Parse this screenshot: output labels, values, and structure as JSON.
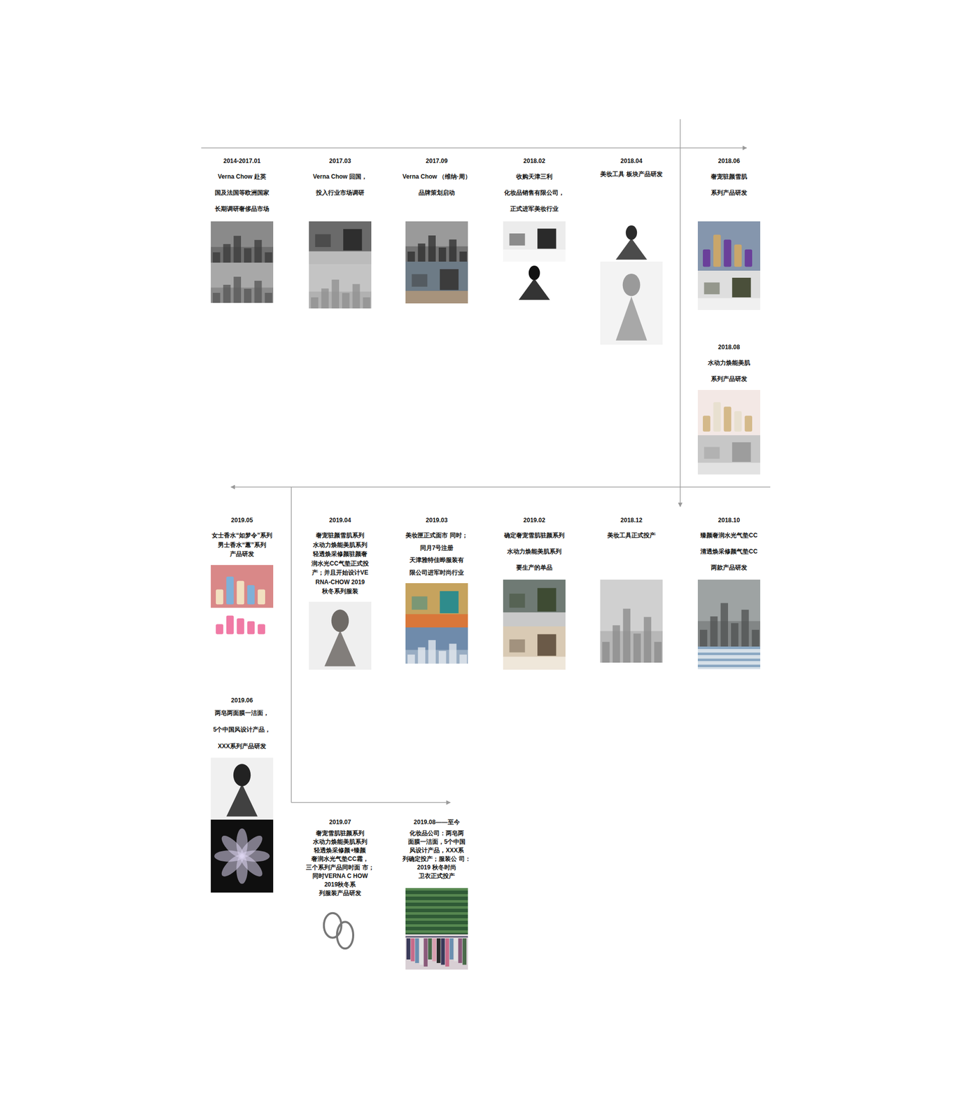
{
  "diagram": {
    "labels": [
      "2014-2017.01",
      "Verna Chow 赴英 国及法国等欧洲国家 长期调研奢侈品市场",
      "2017.03",
      "Verna Chow 回国， 投入行业市场调研",
      "2017.09",
      "Verna Chow （维纳·周） 品牌策划启动",
      "2018.02",
      "收购天津三利 化妆品销售有限公司， 正式进军美妆行业",
      "2018.04",
      "美妆工具 板块产品研发",
      "2018.06",
      "奢宠驻颜雪肌 系列产品研发",
      "2018.08",
      "水动力焕能美肌 系列产品研发",
      "2018.10",
      "臻颜奢润水光气垫CC 清透焕采修颜气垫CC 两款产品研发",
      "2018.12",
      "美妆工具正式投产",
      "2019.02",
      "确定奢宠雪肌驻颜系列 水动力焕能美肌系列 要生产的单品",
      "2019.03",
      "美妆匣正式面市 同时；同月7号注册 天津雅特佳晔服装有 限公司进军时尚行业",
      "2019.04",
      "奢宠驻颜雪肌系列 水动力焕能美肌系列 轻透焕采修颜驻颜奢 润水光CC气垫正式投 产；并且开始设计VE RNA-CHOW 2019 秋冬系列服装",
      "2019.05",
      "女士香水“如梦令”系列 男士香水“蕙”系列 产品研发",
      "2019.06",
      "两皂两面膜一洁面， 5个中国风设计产品， XXX系列产品研发",
      "2019.07",
      "奢宠雪肌驻颜系列 水动力焕能美肌系列 轻透焕采修颜+臻颜 奢润水光气垫CC霜， 三个系列产品同时面 市；同时VERNA C HOW 2019秋冬系 列服装产品研发",
      "2019.08——至今",
      "化妆品公司：两皂两 面膜一洁面，5个中国 风设计产品，XXX系 列确定投产；服装公 司：2019 秋冬时尚 卫衣正式投产"
    ]
  }
}
